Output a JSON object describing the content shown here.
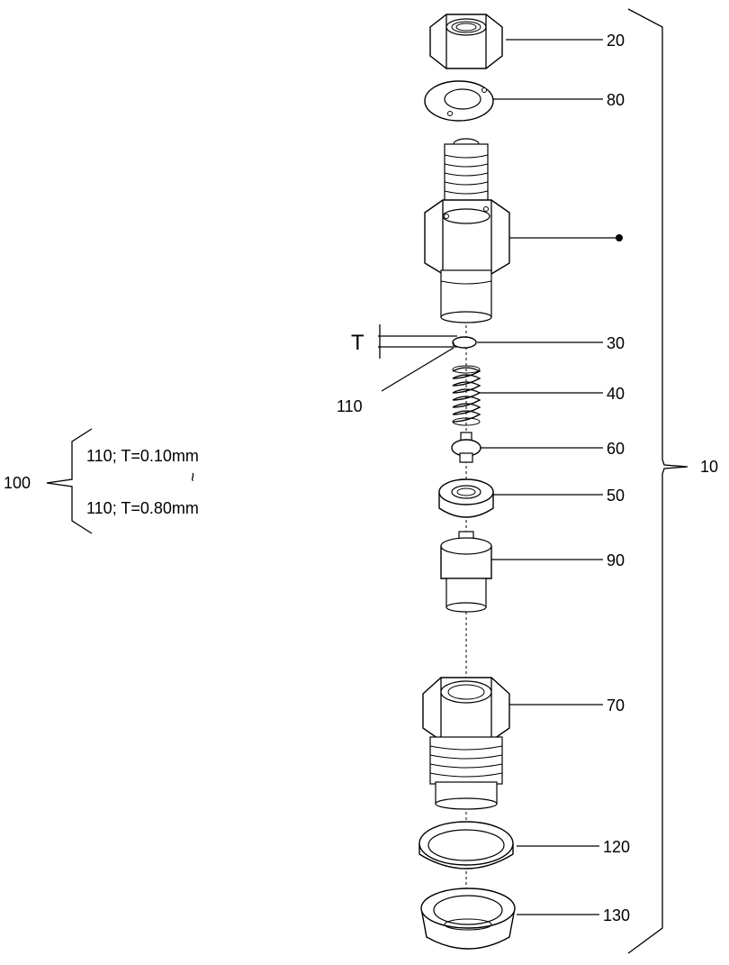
{
  "labels": {
    "part_20": "20",
    "part_80": "80",
    "part_30": "30",
    "part_40": "40",
    "part_60": "60",
    "part_50": "50",
    "part_90": "90",
    "part_70": "70",
    "part_120": "120",
    "part_130": "130",
    "part_110": "110",
    "thickness": "T",
    "assembly": "10",
    "group": "100"
  },
  "shim_range": {
    "min": "110; T=0.10mm",
    "tilde": "~",
    "max": "110; T=0.80mm"
  }
}
